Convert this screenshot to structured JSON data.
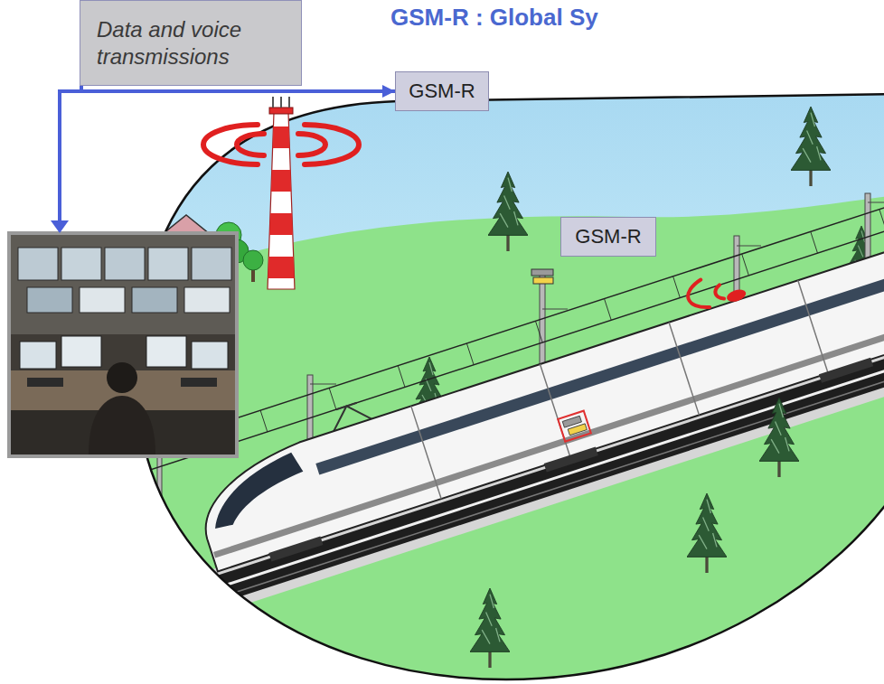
{
  "diagram": {
    "title": "GSM-R : Global Sy",
    "nodes": [
      {
        "text": [
          "Data and voice transmissions"
        ]
      },
      {
        "text": [
          "GSM-R"
        ]
      },
      {
        "text": [
          "GSM-R"
        ]
      }
    ],
    "edges": [
      {
        "from": 0,
        "to": 1,
        "arrow": "to"
      }
    ]
  }
}
